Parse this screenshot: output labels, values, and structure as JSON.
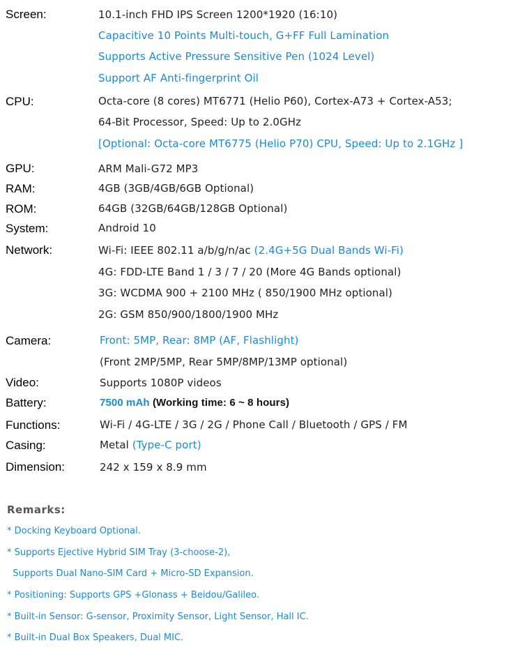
{
  "specs": {
    "screen": {
      "label": "Screen:",
      "lines": [
        "10.1-inch FHD IPS Screen 1200*1920 (16:10)",
        "Capacitive 10 Points Multi-touch, G+FF Full Lamination",
        "Supports Active Pressure Sensitive Pen (1024 Level)",
        "Support AF Anti-fingerprint Oil"
      ]
    },
    "cpu": {
      "label": "CPU:",
      "lines": [
        "Octa-core (8 cores) MT6771 (Helio P60), Cortex-A73 + Cortex-A53;",
        "64-Bit Processor, Speed: Up to 2.0GHz",
        "[Optional: Octa-core MT6775 (Helio P70) CPU, Speed: Up to 2.1GHz ]"
      ]
    },
    "gpu": {
      "label": "GPU:",
      "value": "ARM Mali-G72 MP3"
    },
    "ram": {
      "label": "RAM:",
      "value": "4GB  (3GB/4GB/6GB Optional)"
    },
    "rom": {
      "label": "ROM:",
      "value": "64GB  (32GB/64GB/128GB Optional)"
    },
    "system": {
      "label": "System:",
      "value": "Android 10"
    },
    "network": {
      "label": "Network:",
      "wifi": "Wi-Fi: IEEE 802.11 a/b/g/n/ac ",
      "wifi_bands": "(2.4G+5G Dual Bands Wi-Fi)",
      "lte": "4G:  FDD-LTE Band 1 / 3 / 7 / 20 (More 4G Bands optional)",
      "wcdma": "3G:  WCDMA 900 + 2100 MHz ( 850/1900 MHz optional)",
      "gsm": "2G:  GSM 850/900/1800/1900 MHz"
    },
    "camera": {
      "label": "Camera:",
      "line1": "Front: 5MP,  Rear: 8MP (AF, Flashlight)",
      "line2": "(Front 2MP/5MP,  Rear 5MP/8MP/13MP optional)"
    },
    "video": {
      "label": "Video:",
      "value": "Supports 1080P videos"
    },
    "battery": {
      "label": "Battery:",
      "capacity": "7500 mAh ",
      "working_time": "(Working time: 6 ~ 8 hours)"
    },
    "functions": {
      "label": "Functions:",
      "value": "Wi-Fi / 4G-LTE / 3G / 2G / Phone Call / Bluetooth / GPS / FM"
    },
    "casing": {
      "label": "Casing:",
      "value": "Metal ",
      "port": "(Type-C port)"
    },
    "dimension": {
      "label": "Dimension:",
      "value": "242 x 159 x 8.9 mm"
    }
  },
  "remarks": {
    "title": "Remarks:",
    "items": [
      "* Docking Keyboard Optional.",
      "* Supports Ejective Hybrid SIM Tray (3-choose-2),",
      "  Supports Dual Nano-SIM Card + Micro-SD Expansion.",
      "* Positioning: Supports GPS +Glonass + Beidou/Galileo.",
      "* Built-in Sensor: G-sensor, Proximity Sensor, Light Sensor, Hall IC.",
      "* Built-in Dual Box Speakers, Dual MIC."
    ]
  }
}
